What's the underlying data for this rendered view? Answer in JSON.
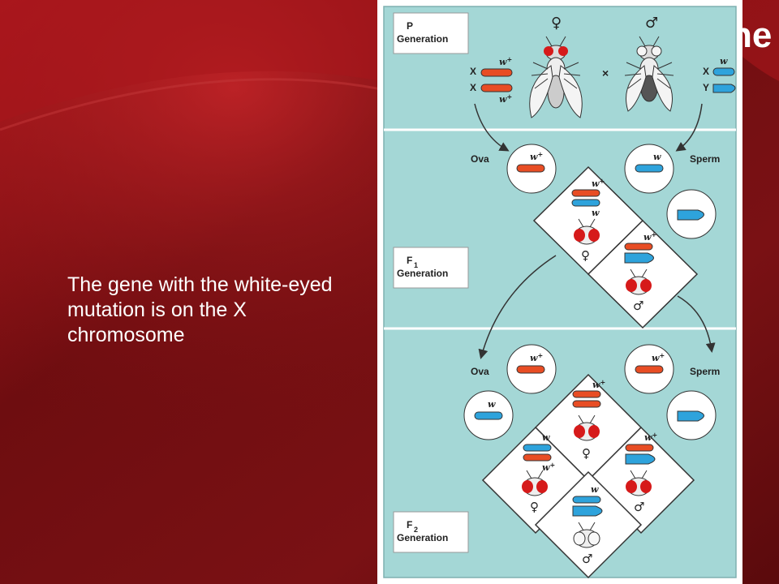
{
  "slide": {
    "title_fragment": "ne",
    "body_text": "The gene with the white-eyed mutation is on the X chromosome"
  },
  "diagram": {
    "p_label": {
      "line1": "P",
      "line2": "Generation"
    },
    "f1_label": {
      "line1": "F",
      "sub": "1",
      "line2": "Generation"
    },
    "f2_label": {
      "line1": "F",
      "sub": "2",
      "line2": "Generation"
    },
    "ova": "Ova",
    "sperm": "Sperm",
    "x": "X",
    "y": "Y",
    "cross": "×",
    "w_plus": "w",
    "plus": "+",
    "w": "w",
    "female_symbol": "♀",
    "male_symbol": "♂",
    "colors": {
      "panel": "#a4d7d6",
      "red_chromosome": "#e84d24",
      "blue_chromosome": "#2ea3dc",
      "red_eye": "#d61a1a",
      "background_dark": "#6a0d10",
      "background_red": "#a1161b"
    }
  }
}
